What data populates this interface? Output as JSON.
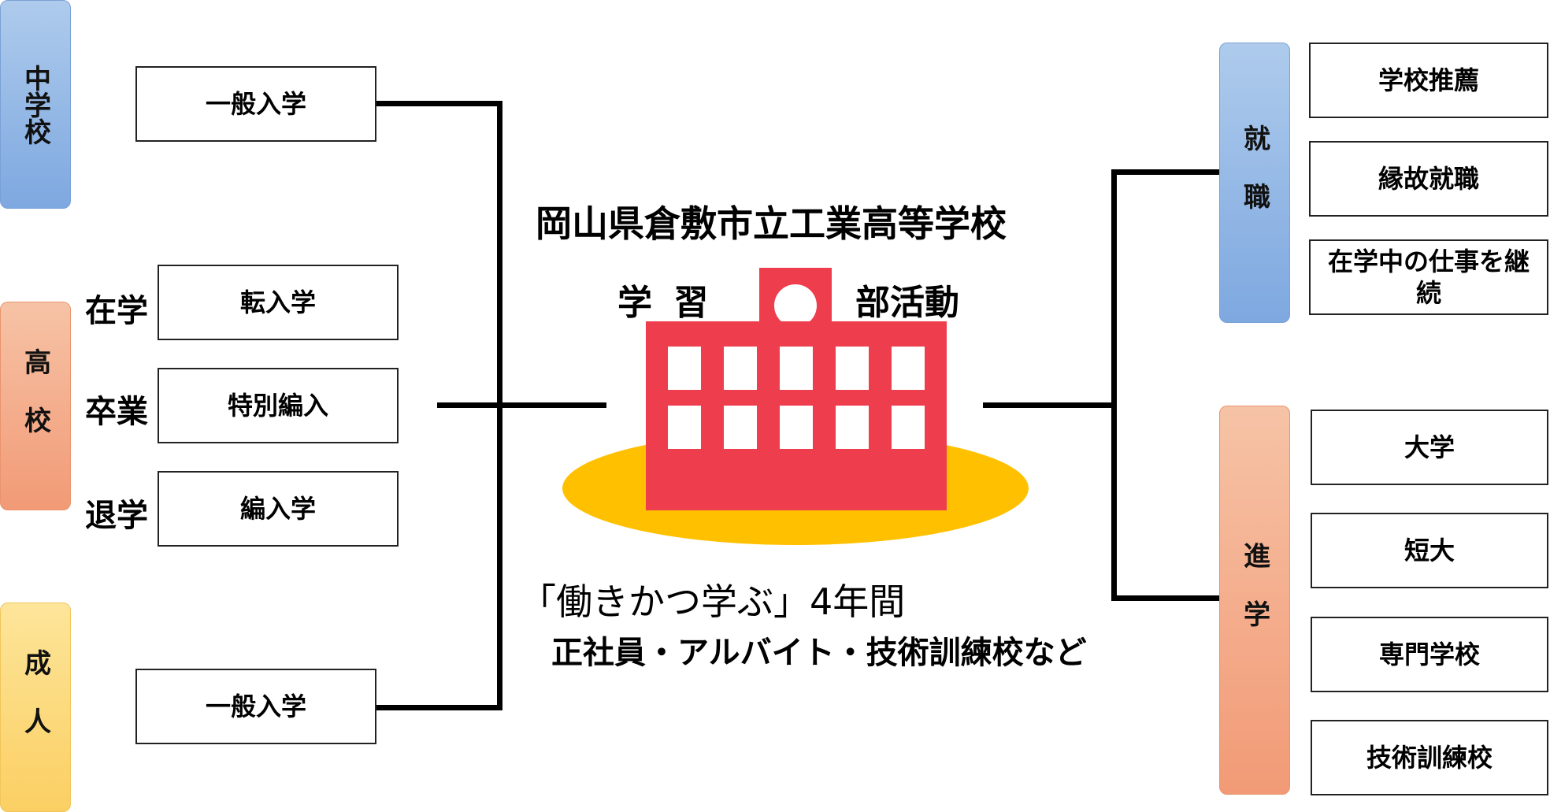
{
  "left": {
    "middle_school_tab": "中学校",
    "high_school_tab": "高校",
    "adult_tab": "成人",
    "general_admission_top": "一般入学",
    "general_admission_bottom": "一般入学",
    "transfer": "転入学",
    "special_transfer": "特別編入",
    "re_admission": "編入学",
    "status_enrolled": "在学",
    "status_graduated": "卒業",
    "status_withdrawn": "退学"
  },
  "center": {
    "school_name": "岡山県倉敷市立工業高等学校",
    "study": "学 習",
    "club": "部活動",
    "slogan": "「働きかつ学ぶ」4年間",
    "work_types": "正社員・アルバイト・技術訓練校など"
  },
  "right": {
    "employment_tab": "就職",
    "further_study_tab": "進学",
    "school_recommendation": "学校推薦",
    "connection_employment": "縁故就職",
    "continue_job": "在学中の仕事を継続",
    "university": "大学",
    "junior_college": "短大",
    "vocational_school": "専門学校",
    "technical_school": "技術訓練校"
  },
  "colors": {
    "building_red": "#ee3e4e",
    "ellipse_gold": "#ffc000",
    "tab_blue": "#8eb4e3",
    "tab_salmon": "#f4a582",
    "tab_yellow": "#fcd672"
  }
}
